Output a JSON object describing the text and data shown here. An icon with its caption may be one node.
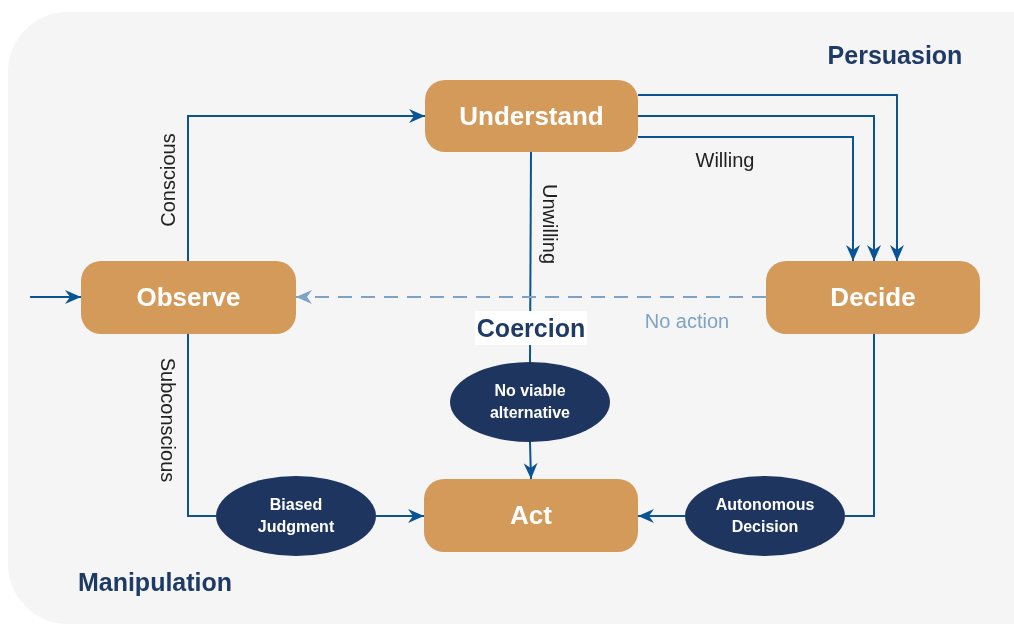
{
  "diagram": {
    "nodes": [
      {
        "text": [
          "Understand"
        ]
      },
      {
        "text": [
          "Observe"
        ]
      },
      {
        "text": [
          "Decide"
        ]
      },
      {
        "text": [
          "Act"
        ]
      },
      {
        "text": [
          "No viable alternative"
        ]
      },
      {
        "text": [
          "Biased Judgment"
        ]
      },
      {
        "text": [
          "Autonomous Decision"
        ]
      }
    ],
    "edges": [
      {
        "from": null,
        "to": 1,
        "arrow": "to"
      },
      {
        "from": 1,
        "to": 0,
        "arrow": "to",
        "label": "Conscious"
      },
      {
        "from": 0,
        "to": 2,
        "arrow": "to"
      },
      {
        "from": 0,
        "to": 2,
        "arrow": "to"
      },
      {
        "from": 0,
        "to": 2,
        "arrow": "to",
        "label": "Willing"
      },
      {
        "from": 0,
        "to": 4,
        "arrow": "none",
        "label": "Unwilling"
      },
      {
        "from": 4,
        "to": 3,
        "arrow": "to"
      },
      {
        "from": 2,
        "to": 1,
        "arrow": "to",
        "label": "No action",
        "style": "dashed",
        "color": "#7fa3c4"
      },
      {
        "from": 1,
        "to": 5,
        "arrow": "none",
        "label": "Subconscious"
      },
      {
        "from": 5,
        "to": 3,
        "arrow": "to"
      },
      {
        "from": 2,
        "to": 6,
        "arrow": "none"
      },
      {
        "from": 6,
        "to": 3,
        "arrow": "to"
      }
    ],
    "labels": [
      "Persuasion",
      "Coercion",
      "Manipulation"
    ]
  }
}
